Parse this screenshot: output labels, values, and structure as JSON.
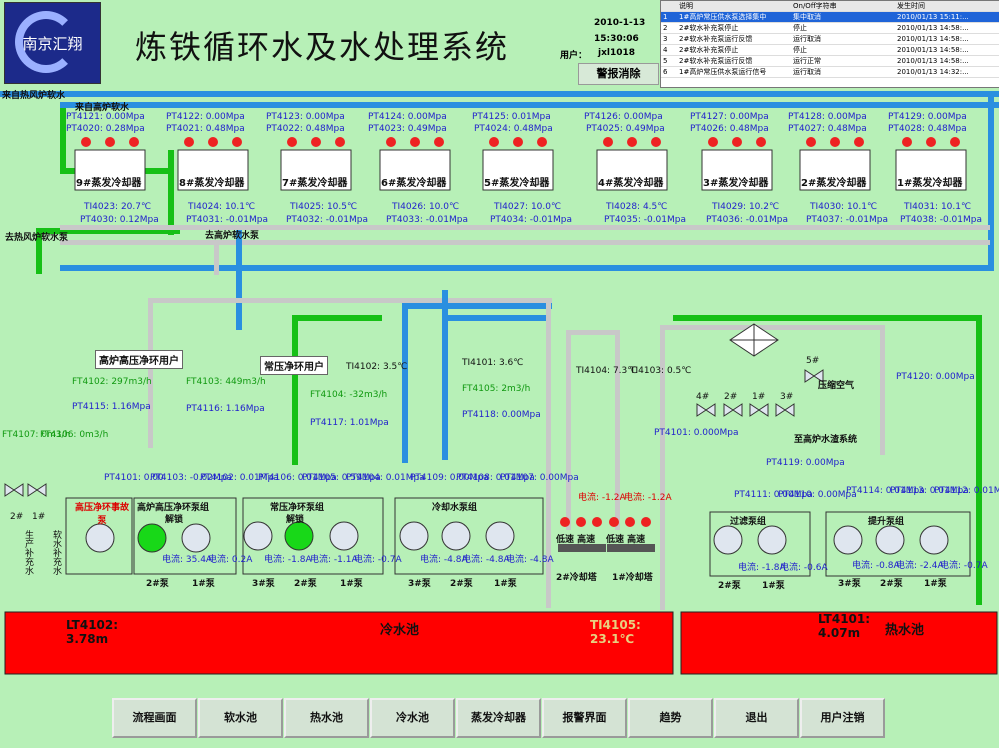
{
  "header": {
    "logo_text": "南京汇翔",
    "title": "炼铁循环水及水处理系统",
    "date": "2010-1-13",
    "time": "15:30:06",
    "user_label": "用户：",
    "user": "jxl1018",
    "alarm_button": "警报消除"
  },
  "events": {
    "columns": [
      "",
      "说明",
      "On/Off字符串",
      "发生时间"
    ],
    "rows": [
      {
        "no": "1",
        "desc": "1#高炉常压供水泵选择集中",
        "state": "集中取消",
        "time": "2010/01/13 15:11:..."
      },
      {
        "no": "2",
        "desc": "2#软水补充泵停止",
        "state": "停止",
        "time": "2010/01/13 14:58:..."
      },
      {
        "no": "3",
        "desc": "2#软水补充泵运行反馈",
        "state": "运行取消",
        "time": "2010/01/13 14:58:..."
      },
      {
        "no": "4",
        "desc": "2#软水补充泵停止",
        "state": "停止",
        "time": "2010/01/13 14:58:..."
      },
      {
        "no": "5",
        "desc": "2#软水补充泵运行反馈",
        "state": "运行正常",
        "time": "2010/01/13 14:58:..."
      },
      {
        "no": "6",
        "desc": "1#高炉常压供水泵运行信号",
        "state": "运行取消",
        "time": "2010/01/13 14:32:..."
      }
    ]
  },
  "flows": {
    "soft_water_in_hot_stove": "来自热风炉软水",
    "soft_water_in_bf": "来自高炉软水",
    "soft_water_out_hot_stove": "去热风炉软水泵",
    "soft_water_out_bf": "去高炉软水泵"
  },
  "coolers": [
    {
      "label": "9#蒸发冷却器",
      "pt_top": "PT4121: 0.00Mpa",
      "pt_mid": "PT4020: 0.28Mpa",
      "ti": "TI4023: 20.7℃",
      "pt_out": "PT4030: 0.12Mpa"
    },
    {
      "label": "8#蒸发冷却器",
      "pt_top": "PT4122: 0.00Mpa",
      "pt_mid": "PT4021: 0.48Mpa",
      "ti": "TI4024: 10.1℃",
      "pt_out": "PT4031: -0.01Mpa"
    },
    {
      "label": "7#蒸发冷却器",
      "pt_top": "PT4123: 0.00Mpa",
      "pt_mid": "PT4022: 0.48Mpa",
      "ti": "TI4025: 10.5℃",
      "pt_out": "PT4032: -0.01Mpa"
    },
    {
      "label": "6#蒸发冷却器",
      "pt_top": "PT4124: 0.00Mpa",
      "pt_mid": "PT4023: 0.49Mpa",
      "ti": "TI4026: 10.0℃",
      "pt_out": "PT4033: -0.01Mpa"
    },
    {
      "label": "5#蒸发冷却器",
      "pt_top": "PT4125: 0.01Mpa",
      "pt_mid": "PT4024: 0.48Mpa",
      "ti": "TI4027: 10.0℃",
      "pt_out": "PT4034: -0.01Mpa"
    },
    {
      "label": "4#蒸发冷却器",
      "pt_top": "PT4126: 0.00Mpa",
      "pt_mid": "PT4025: 0.49Mpa",
      "ti": "TI4028: 4.5℃",
      "pt_out": "PT4035: -0.01Mpa"
    },
    {
      "label": "3#蒸发冷却器",
      "pt_top": "PT4127: 0.00Mpa",
      "pt_mid": "PT4026: 0.48Mpa",
      "ti": "TI4029: 10.2℃",
      "pt_out": "PT4036: -0.01Mpa"
    },
    {
      "label": "2#蒸发冷却器",
      "pt_top": "PT4128: 0.00Mpa",
      "pt_mid": "PT4027: 0.48Mpa",
      "ti": "TI4030: 10.1℃",
      "pt_out": "PT4037: -0.01Mpa"
    },
    {
      "label": "1#蒸发冷却器",
      "pt_top": "PT4129: 0.00Mpa",
      "pt_mid": "PT4028: 0.48Mpa",
      "ti": "TI4031: 10.1℃",
      "pt_out": "PT4038: -0.01Mpa"
    }
  ],
  "users": {
    "bf_hp_user": "高炉高压净环用户",
    "lp_user": "常压净环用户",
    "ft4102": "FT4102: 297m3/h",
    "pt4115": "PT4115: 1.16Mpa",
    "ft4103": "FT4103: 449m3/h",
    "pt4116": "PT4116: 1.16Mpa",
    "ti4102": "TI4102: 3.5℃",
    "ft4104": "FT4104: -32m3/h",
    "pt4117": "PT4117: 1.01Mpa",
    "ti4101": "TI4101: 3.6℃",
    "ft4105": "FT4105: 2m3/h",
    "pt4118": "PT4118: 0.00Mpa",
    "ti4104": "TI4104: 7.3℃",
    "ti4103": "TI4103: 0.5℃",
    "pt4101": "PT4101: 0.000Mpa",
    "pt4120": "PT4120: 0.00Mpa",
    "compressed_air": "压缩空气",
    "to_slag": "至高炉水渣系统",
    "pt4119": "PT4119: 0.00Mpa",
    "ft4107": "FT4107: 0m3/h",
    "ft4106": "FT4106: 0m3/h",
    "valve_5": "5#",
    "valve_4": "4#",
    "valve_3a": "3#",
    "valve_2": "2#",
    "valve_1": "1#",
    "supply_water_1": "生产补充水",
    "supply_water_2": "软水补充水",
    "supply_pump_2": "2#",
    "supply_pump_1": "1#"
  },
  "pump_groups": {
    "accident": {
      "label": "高压净环事故泵",
      "pt": "PT4101: 0.00"
    },
    "bf_hp": {
      "label": "高炉高压净环泵组",
      "lock": "解锁",
      "pt_a": "PT4103: -0.02Mpa",
      "pt_b": "PT4102: 0.01Mpa",
      "cur_2": "电流: 35.4A",
      "cur_1": "电流: 0.2A",
      "p2": "2#泵",
      "p1": "1#泵"
    },
    "lp": {
      "label": "常压净环泵组",
      "lock": "解锁",
      "pt_a": "PT4106: 0.01Mpa",
      "pt_b": "PT4105: 0.59Mpa",
      "pt_c": "PT4104: 0.01Mpa",
      "cur_3": "电流: -1.8A",
      "cur_2": "电流: -1.1A",
      "cur_1": "电流: -0.7A",
      "p3": "3#泵",
      "p2": "2#泵",
      "p1": "1#泵"
    },
    "cold": {
      "label": "冷却水泵组",
      "pt_a": "PT4109: 0.00Mpa",
      "pt_b": "PT4108: 0.01Mpa",
      "pt_c": "PT4107: 0.00Mpa",
      "cur_3": "电流: -4.8A",
      "cur_2": "电流: -4.8A",
      "cur_1": "电流: -4.8A",
      "p3": "3#泵",
      "p2": "2#泵",
      "p1": "1#泵"
    },
    "tower": {
      "cur_2": "电流: -1.2A",
      "cur_1": "电流: -1.2A",
      "t2": "2#冷却塔",
      "t1": "1#冷却塔",
      "speed": "低速 高速"
    },
    "filter": {
      "label": "过滤泵组",
      "pt_a": "PT4111: 0.00Mpa",
      "pt_b": "PT4110: 0.00Mpa",
      "cur_2": "电流: -1.8A",
      "cur_1": "电流: -0.6A",
      "p2": "2#泵",
      "p1": "1#泵"
    },
    "lift": {
      "label": "提升泵组",
      "pt_a": "PT4114: 0.01Mpa",
      "pt_b": "PT4113: 0.01Mpa",
      "pt_c": "PT4112: 0.01Mpa",
      "cur_3": "电流: -0.8A",
      "cur_2": "电流: -2.4A",
      "cur_1": "电流: -0.7A",
      "p3": "3#泵",
      "p2": "2#泵",
      "p1": "1#泵"
    }
  },
  "pools": {
    "cold_title": "冷水池",
    "cold_level": "LT4102: 3.78m",
    "cold_temp": "TI4105: 23.1℃",
    "hot_title": "热水池",
    "hot_level": "LT4101: 4.07m"
  },
  "nav": [
    "流程画面",
    "软水池",
    "热水池",
    "冷水池",
    "蒸发冷却器",
    "报警界面",
    "趋势",
    "退出",
    "用户注销"
  ],
  "colors": {
    "pipe_blue": "#2a8fe0",
    "pipe_green": "#16c016",
    "pipe_gray": "#c8c8c8",
    "pool_red": "#ff0000",
    "bg": "#b7f0b7"
  }
}
